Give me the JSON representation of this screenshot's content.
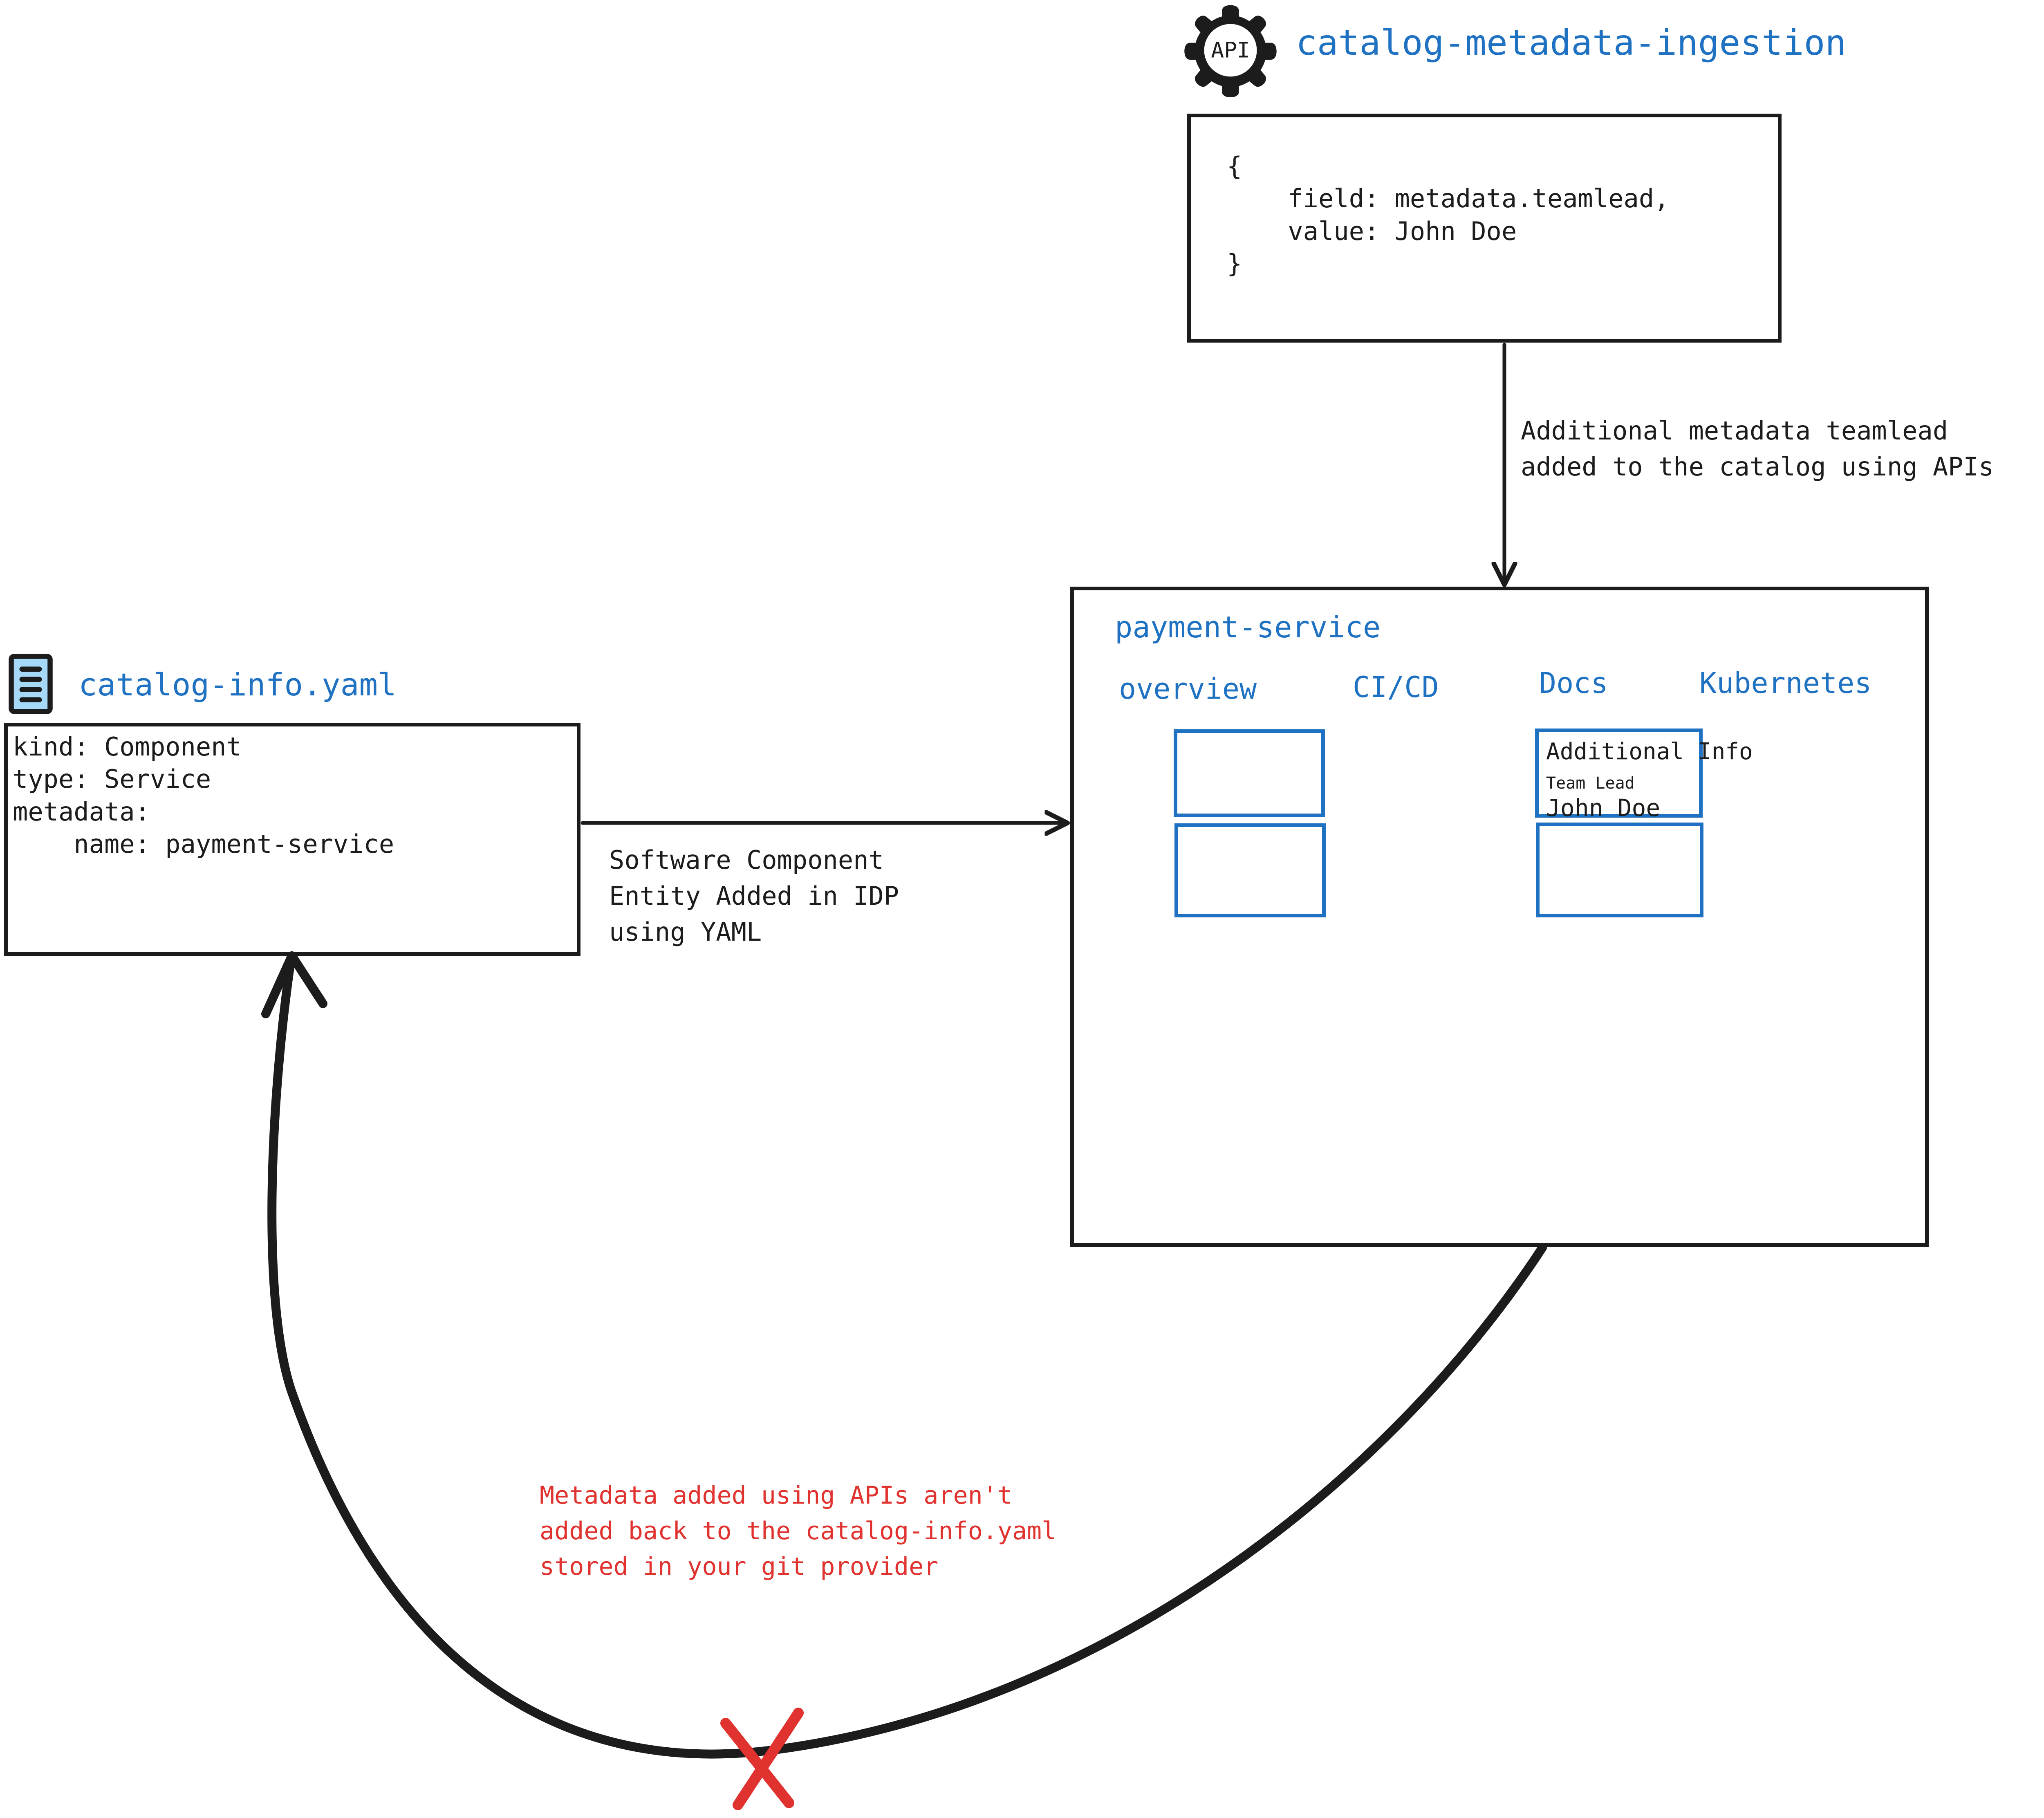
{
  "api_node": {
    "icon_label": "API",
    "title": "catalog-metadata-ingestion",
    "payload_lines": [
      "{",
      "    field: metadata.teamlead,",
      "    value: John Doe",
      "}"
    ],
    "payload_text": "{\n    field: metadata.teamlead,\n    value: John Doe\n}"
  },
  "yaml_node": {
    "icon_name": "yaml-file-icon",
    "title": "catalog-info.yaml",
    "content_lines": [
      "kind: Component",
      "type: Service",
      "metadata:",
      "    name: payment-service"
    ],
    "content_text": "kind: Component\ntype: Service\nmetadata:\n    name: payment-service"
  },
  "edges": {
    "api_to_panel_label": "Additional metadata teamlead\nadded to the catalog using APIs",
    "yaml_to_panel_label": "Software Component\nEntity Added in IDP\nusing YAML",
    "panel_to_yaml_warning": "Metadata added using APIs aren't\nadded back to the catalog-info.yaml\nstored in your git provider"
  },
  "panel": {
    "title": "payment-service",
    "tabs": [
      {
        "label": "overview"
      },
      {
        "label": "CI/CD"
      },
      {
        "label": "Docs"
      },
      {
        "label": "Kubernetes"
      }
    ],
    "cards": [
      {
        "name": "overview-card",
        "title": "",
        "fields": []
      },
      {
        "name": "additional-info-card",
        "title": "Additional Info",
        "fields": [
          {
            "label": "Team Lead",
            "value": "John Doe"
          }
        ]
      },
      {
        "name": "bottom-left-card",
        "title": "",
        "fields": []
      },
      {
        "name": "bottom-right-card",
        "title": "",
        "fields": []
      }
    ]
  },
  "colors": {
    "accent_blue": "#1f71c1",
    "ink_black": "#1c1c1c",
    "warning_red": "#e0322f",
    "yaml_icon_fill": "#a6d8f7"
  }
}
